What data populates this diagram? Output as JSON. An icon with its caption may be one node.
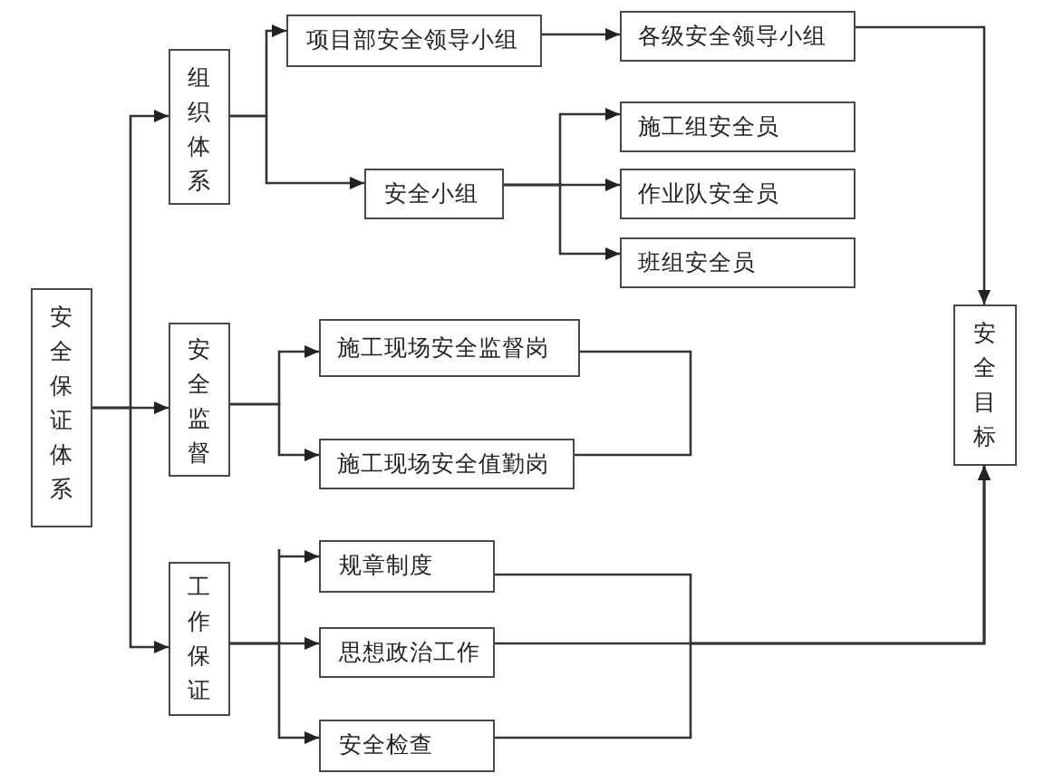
{
  "diagram": {
    "nodes": [
      {
        "text": [
          "安全保证体系"
        ]
      },
      {
        "text": [
          "组织体系"
        ]
      },
      {
        "text": [
          "安全监督"
        ]
      },
      {
        "text": [
          "工作保证"
        ]
      },
      {
        "text": [
          "项目部安全领导小组"
        ]
      },
      {
        "text": [
          "各级安全领导小组"
        ]
      },
      {
        "text": [
          "安全小组"
        ]
      },
      {
        "text": [
          "施工组安全员"
        ]
      },
      {
        "text": [
          "作业队安全员"
        ]
      },
      {
        "text": [
          "班组安全员"
        ]
      },
      {
        "text": [
          "施工现场安全监督岗"
        ]
      },
      {
        "text": [
          "施工现场安全值勤岗"
        ]
      },
      {
        "text": [
          "规章制度"
        ]
      },
      {
        "text": [
          "思想政治工作"
        ]
      },
      {
        "text": [
          "安全检查"
        ]
      },
      {
        "text": [
          "安全目标"
        ]
      }
    ],
    "edges": [
      {
        "from": 0,
        "to": 1,
        "arrow": "to"
      },
      {
        "from": 0,
        "to": 2,
        "arrow": "to"
      },
      {
        "from": 0,
        "to": 3,
        "arrow": "to"
      },
      {
        "from": 1,
        "to": 4,
        "arrow": "to"
      },
      {
        "from": 1,
        "to": 6,
        "arrow": "to"
      },
      {
        "from": 4,
        "to": 5,
        "arrow": "to"
      },
      {
        "from": 6,
        "to": 7,
        "arrow": "to"
      },
      {
        "from": 6,
        "to": 8,
        "arrow": "to"
      },
      {
        "from": 6,
        "to": 9,
        "arrow": "to"
      },
      {
        "from": 5,
        "to": 15,
        "arrow": "to"
      },
      {
        "from": 2,
        "to": 10,
        "arrow": "to"
      },
      {
        "from": 2,
        "to": 11,
        "arrow": "to"
      },
      {
        "from": 10,
        "to": 11,
        "arrow": "none"
      },
      {
        "from": 3,
        "to": 12,
        "arrow": "to"
      },
      {
        "from": 3,
        "to": 13,
        "arrow": "to"
      },
      {
        "from": 3,
        "to": 14,
        "arrow": "to"
      },
      {
        "from": 12,
        "to": 15,
        "arrow": "to"
      },
      {
        "from": 13,
        "to": 15,
        "arrow": "to"
      },
      {
        "from": 14,
        "to": 15,
        "arrow": "to"
      }
    ]
  }
}
